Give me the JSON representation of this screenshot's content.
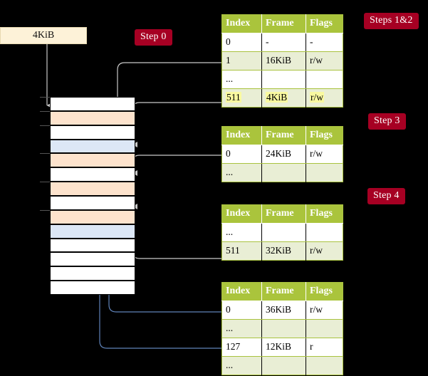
{
  "diagram": {
    "title": "Multi-level page table walk",
    "background": "#000000",
    "accent_chip": "#a60023",
    "table_header_color": "#aac43c",
    "table_alt_row": "#e9eed5",
    "highlight_color": "#f9f9a0",
    "orange_block": "#fde3cd",
    "blue_block": "#dce7f6"
  },
  "labels": {
    "size_box": "4KiB",
    "step0": "Step 0",
    "steps12": "Steps 1&2",
    "step3": "Step 3",
    "step4": "Step 4"
  },
  "tables": [
    {
      "id": "level4",
      "headers": [
        "Index",
        "Frame",
        "Flags"
      ],
      "rows": [
        {
          "cells": [
            "0",
            "-",
            "-"
          ],
          "alt": false,
          "highlight": false
        },
        {
          "cells": [
            "1",
            "16KiB",
            "r/w"
          ],
          "alt": true,
          "highlight": false
        },
        {
          "cells": [
            "...",
            "",
            ""
          ],
          "alt": false,
          "highlight": false
        },
        {
          "cells": [
            "511",
            "4KiB",
            "r/w"
          ],
          "alt": true,
          "highlight": true
        }
      ]
    },
    {
      "id": "level3",
      "headers": [
        "Index",
        "Frame",
        "Flags"
      ],
      "rows": [
        {
          "cells": [
            "0",
            "24KiB",
            "r/w"
          ],
          "alt": false,
          "highlight": false
        },
        {
          "cells": [
            "...",
            "",
            ""
          ],
          "alt": true,
          "highlight": false
        }
      ]
    },
    {
      "id": "level2",
      "headers": [
        "Index",
        "Frame",
        "Flags"
      ],
      "rows": [
        {
          "cells": [
            "...",
            "",
            ""
          ],
          "alt": false,
          "highlight": false
        },
        {
          "cells": [
            "511",
            "32KiB",
            "r/w"
          ],
          "alt": true,
          "highlight": false
        }
      ]
    },
    {
      "id": "level1",
      "headers": [
        "Index",
        "Frame",
        "Flags"
      ],
      "rows": [
        {
          "cells": [
            "0",
            "36KiB",
            "r/w"
          ],
          "alt": false,
          "highlight": false
        },
        {
          "cells": [
            "...",
            "",
            ""
          ],
          "alt": true,
          "highlight": false
        },
        {
          "cells": [
            "127",
            "12KiB",
            "r"
          ],
          "alt": false,
          "highlight": false
        },
        {
          "cells": [
            "...",
            "",
            ""
          ],
          "alt": true,
          "highlight": false
        }
      ]
    }
  ],
  "memory_blocks": [
    {
      "index": 0,
      "fill": "white",
      "tick": true
    },
    {
      "index": 1,
      "fill": "orange",
      "tick": true
    },
    {
      "index": 2,
      "fill": "white",
      "tick": true
    },
    {
      "index": 3,
      "fill": "blue",
      "tick": false
    },
    {
      "index": 4,
      "fill": "orange",
      "tick": true
    },
    {
      "index": 5,
      "fill": "white",
      "tick": false
    },
    {
      "index": 6,
      "fill": "orange",
      "tick": true
    },
    {
      "index": 7,
      "fill": "white",
      "tick": false
    },
    {
      "index": 8,
      "fill": "orange",
      "tick": true
    },
    {
      "index": 9,
      "fill": "blue",
      "tick": false
    },
    {
      "index": 10,
      "fill": "white",
      "tick": false
    },
    {
      "index": 11,
      "fill": "white",
      "tick": false
    },
    {
      "index": 12,
      "fill": "white",
      "tick": false
    },
    {
      "index": 13,
      "fill": "white",
      "tick": false
    }
  ]
}
